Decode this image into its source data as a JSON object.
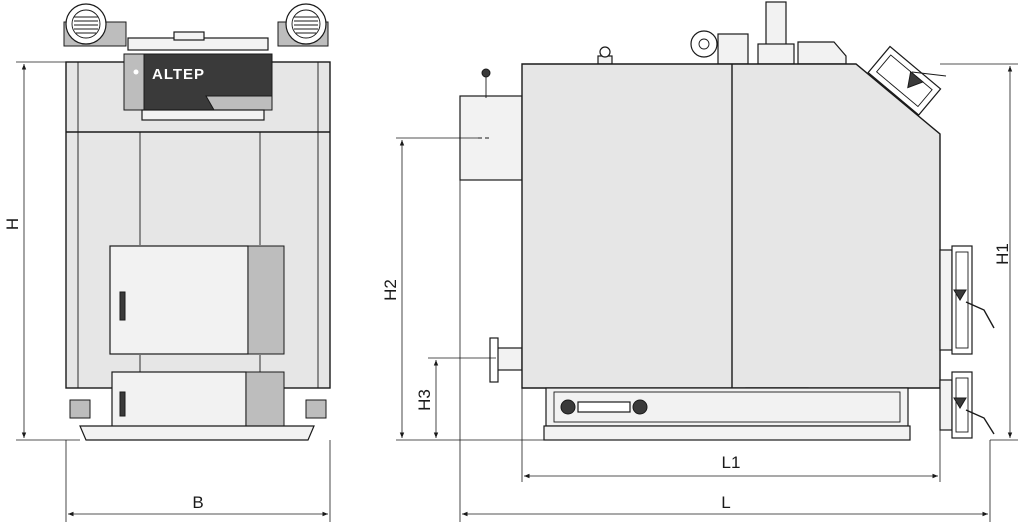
{
  "brand": {
    "logo_text": "ALTEP"
  },
  "dimensions": {
    "height": "H",
    "width": "B",
    "total_length": "L",
    "body_length": "L1",
    "top_height": "H1",
    "flue_height": "H2",
    "return_height": "H3"
  },
  "colors": {
    "line": "#1a1a1a",
    "body": "#e6e6e6",
    "dark_panel": "#3a3a3a"
  }
}
